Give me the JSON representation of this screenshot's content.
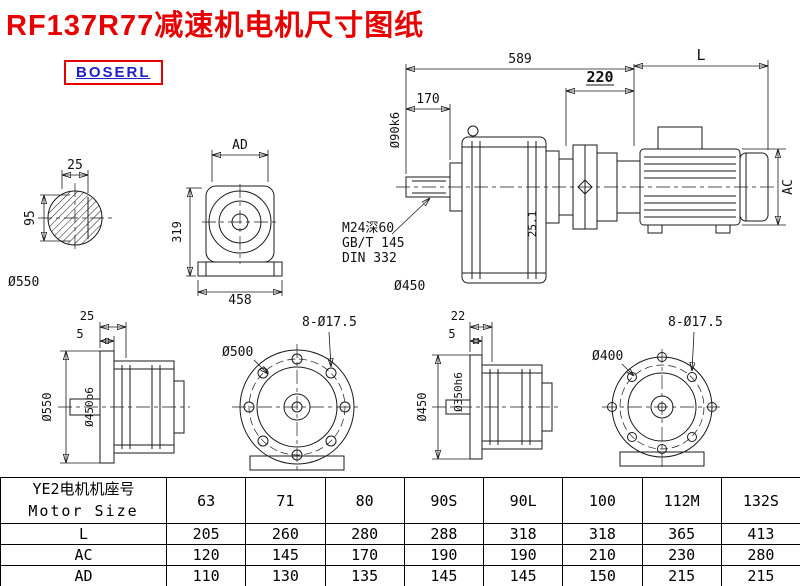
{
  "title": "RF137R77减速机电机尺寸图纸",
  "brand": "BOSERL",
  "colors": {
    "title": "#e60000",
    "brand_text": "#1f1fc8",
    "brand_border": "#e60000",
    "line": "#1a1a1a"
  },
  "views": {
    "shaft_section": {
      "dim_width": "25",
      "dim_height": "95",
      "label_diameter": "Ø550"
    },
    "gearbox_front": {
      "dim_top": "AD",
      "dim_height": "319",
      "dim_width": "458"
    },
    "main_assembly": {
      "dim_total_length": "589",
      "dim_shaft_length": "170",
      "label_shaft_diameter": "Ø90k6",
      "label_tap": "M24深60",
      "label_standard_1": "GB/T 145",
      "label_standard_2": "DIN 332",
      "label_flange_diameter": "Ø450",
      "label_key_height": "25.1",
      "dim_adapter": "220",
      "dim_motor_length": "L",
      "label_motor_height": "AC"
    },
    "flange_side_left": {
      "dim_flange_offset": "25",
      "dim_flange_thickness": "5",
      "label_outer_diameter": "Ø550",
      "label_spigot_diameter": "Ø450b6"
    },
    "flange_front_left": {
      "label_bolt_holes": "8-Ø17.5",
      "label_bolt_circle": "Ø500"
    },
    "flange_side_right": {
      "dim_flange_offset": "22",
      "dim_flange_thickness": "5",
      "label_outer_diameter": "Ø450",
      "label_spigot_diameter": "Ø350h6"
    },
    "flange_front_right": {
      "label_bolt_holes": "8-Ø17.5",
      "label_bolt_circle": "Ø400"
    }
  },
  "table": {
    "header_line1": "YE2电机机座号",
    "header_line2": "Motor Size",
    "columns": [
      "63",
      "71",
      "80",
      "90S",
      "90L",
      "100",
      "112M",
      "132S"
    ],
    "rows": [
      {
        "label": "L",
        "values": [
          "205",
          "260",
          "280",
          "288",
          "318",
          "318",
          "365",
          "413"
        ]
      },
      {
        "label": "AC",
        "values": [
          "120",
          "145",
          "170",
          "190",
          "190",
          "210",
          "230",
          "280"
        ]
      },
      {
        "label": "AD",
        "values": [
          "110",
          "130",
          "135",
          "145",
          "145",
          "150",
          "215",
          "215"
        ]
      }
    ]
  }
}
